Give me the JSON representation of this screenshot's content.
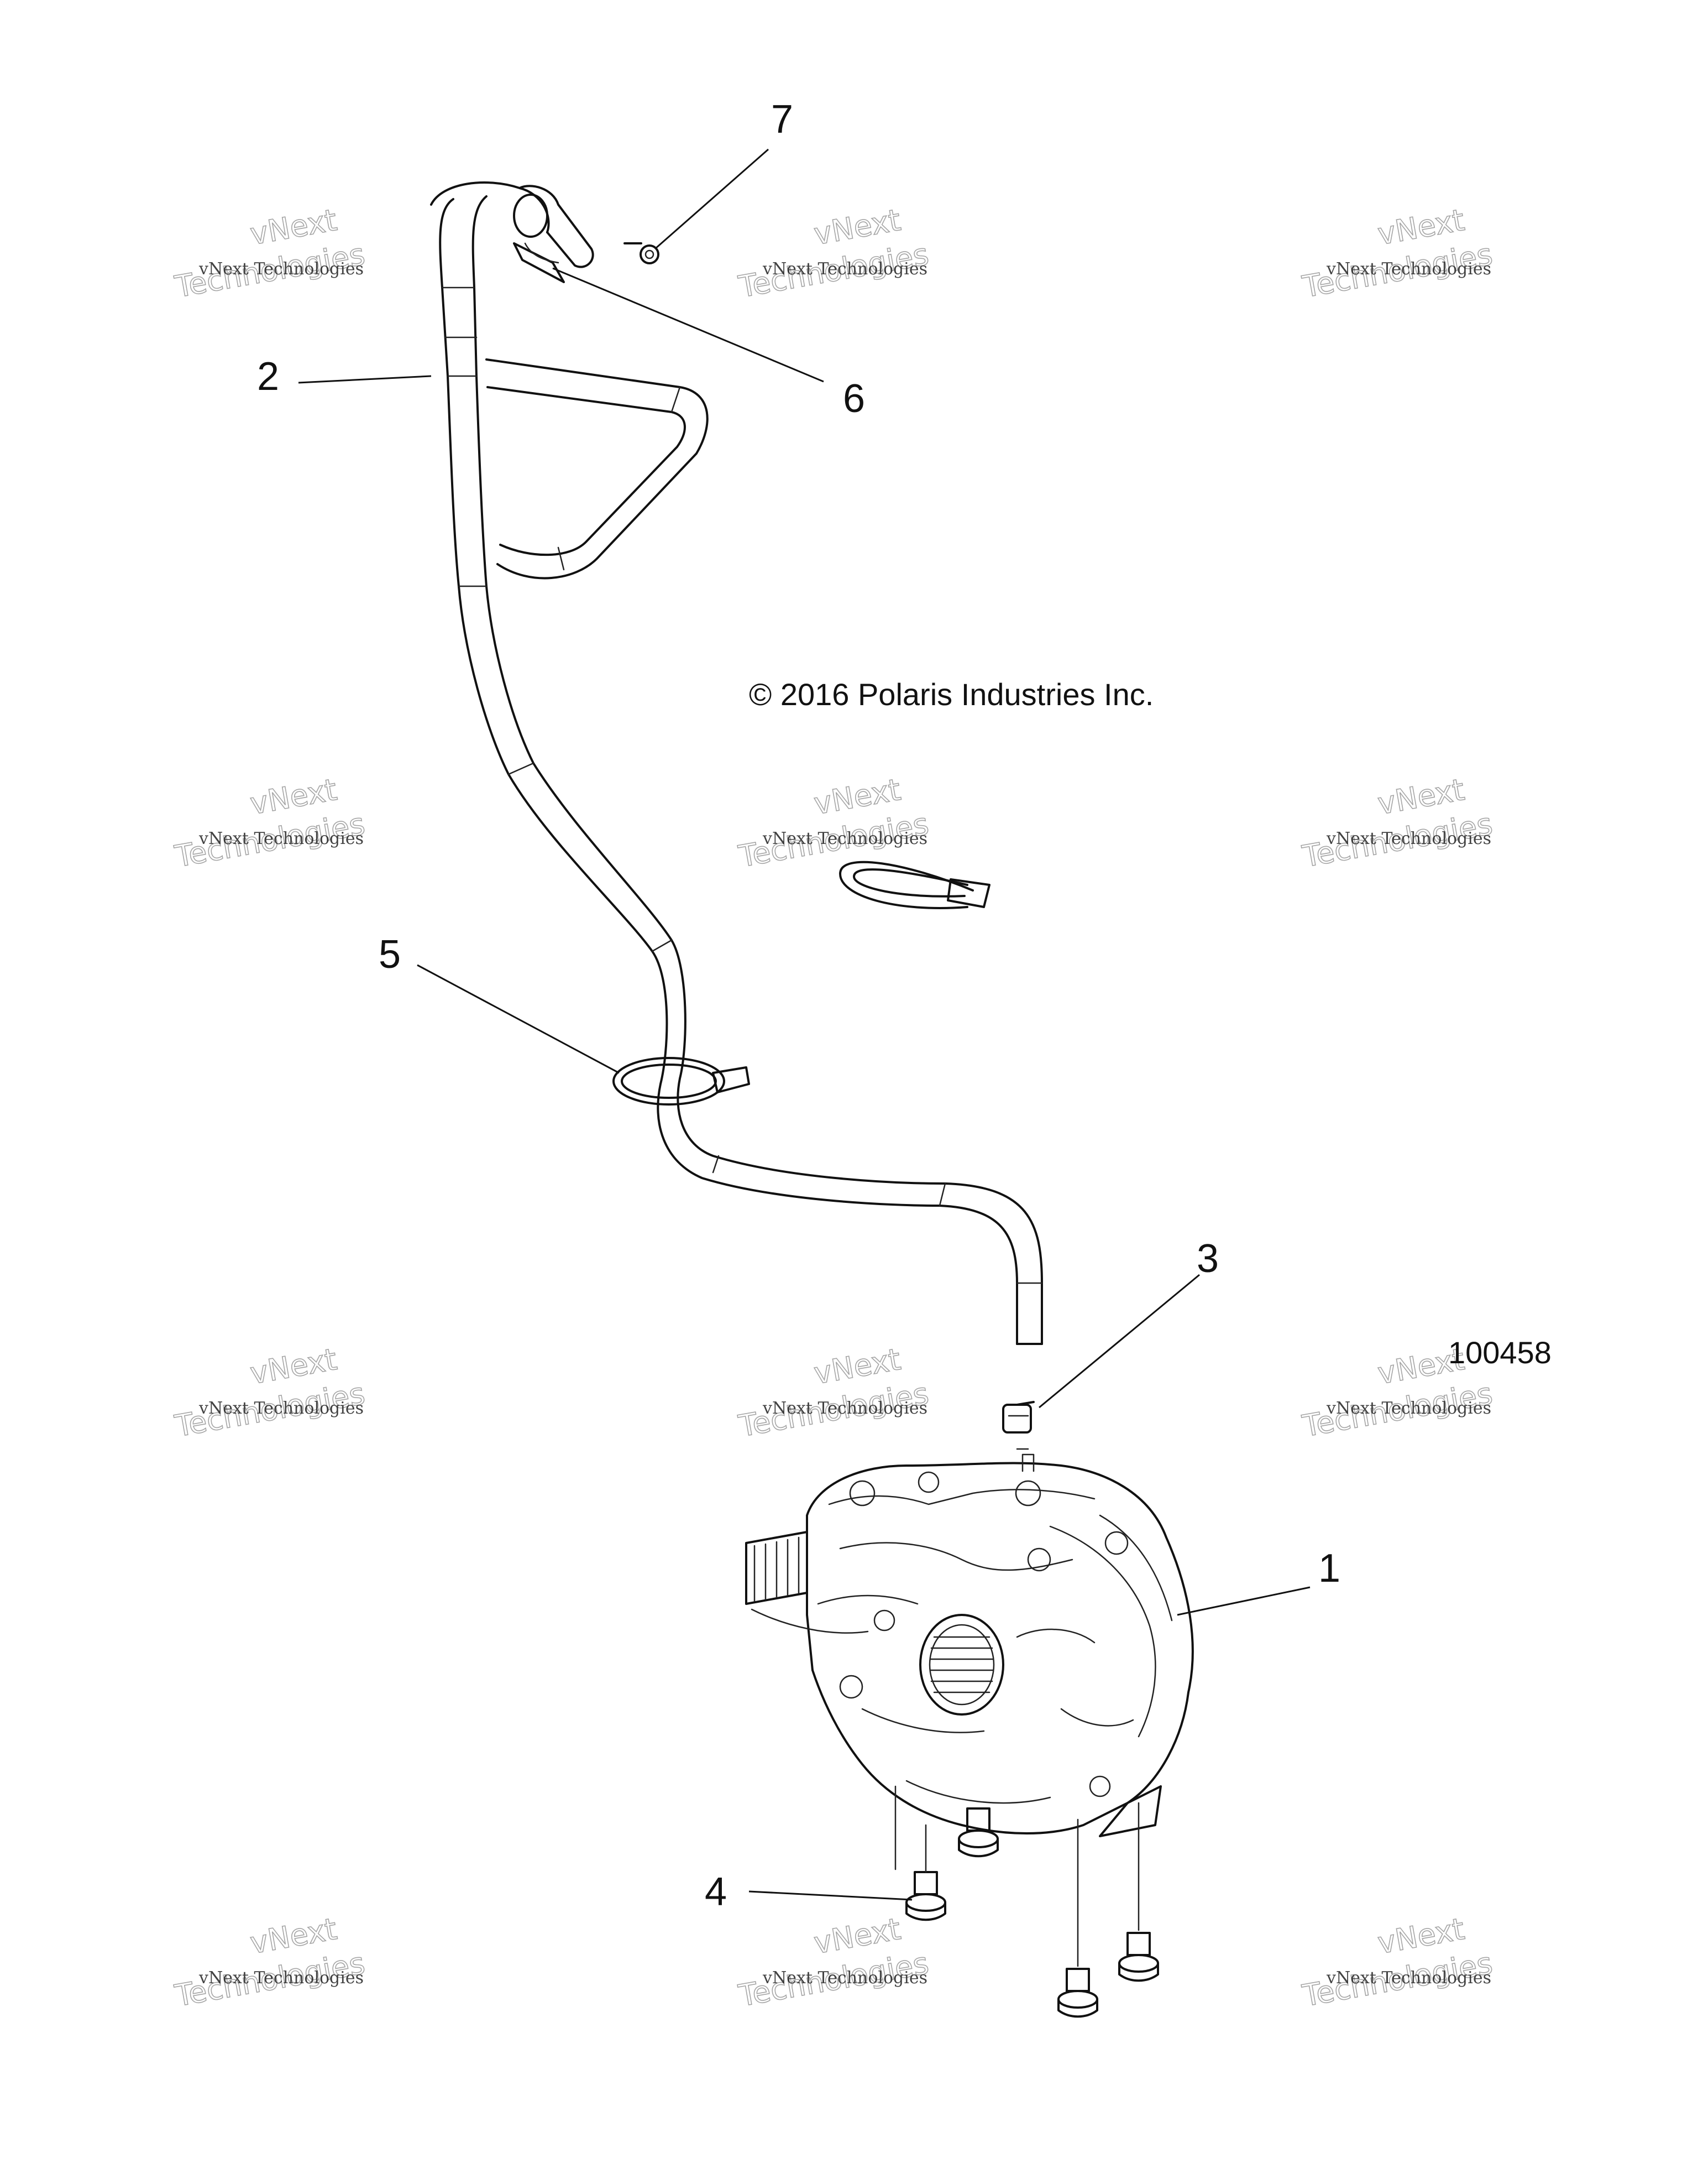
{
  "copyright": "© 2016 Polaris Industries Inc.",
  "drawing_id": "100458",
  "callouts": [
    {
      "number": "1"
    },
    {
      "number": "2"
    },
    {
      "number": "3"
    },
    {
      "number": "4"
    },
    {
      "number": "5"
    },
    {
      "number": "6"
    },
    {
      "number": "7"
    }
  ],
  "watermark": {
    "small": "vNext Technologies",
    "big_line1": "vNext",
    "big_line2": "Technologies"
  }
}
